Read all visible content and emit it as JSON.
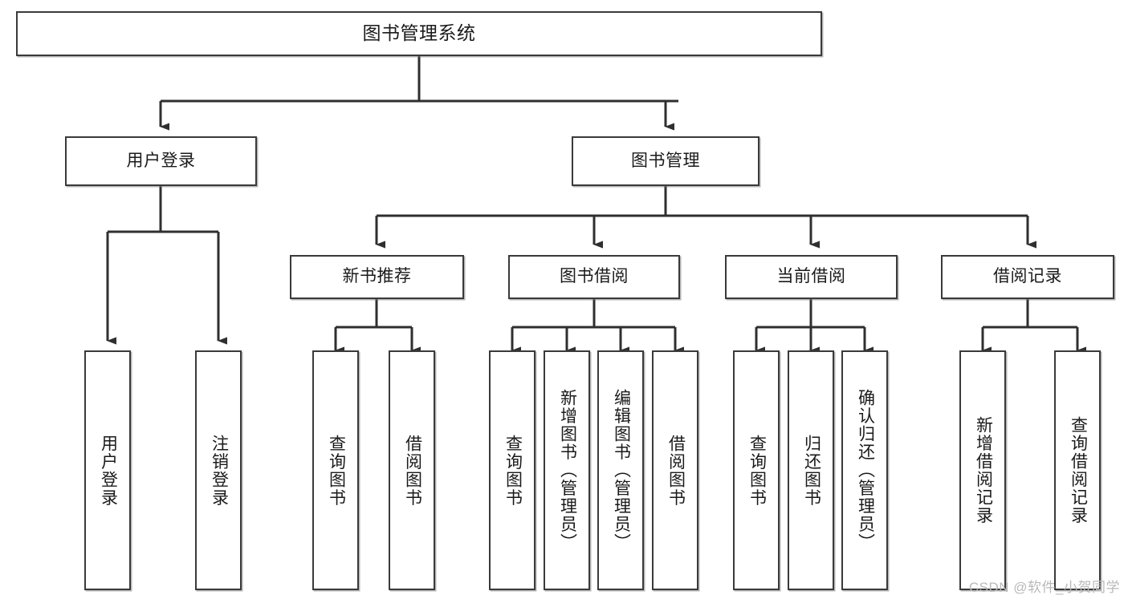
{
  "diagram": {
    "title": "图书管理系统",
    "type": "tree-hierarchy-chart",
    "watermark": "CSDN @软件_小贺同学",
    "root": {
      "label": "图书管理系统"
    },
    "level1": [
      {
        "label": "用户登录"
      },
      {
        "label": "图书管理"
      }
    ],
    "level2": [
      {
        "label": "新书推荐"
      },
      {
        "label": "图书借阅"
      },
      {
        "label": "当前借阅"
      },
      {
        "label": "借阅记录"
      }
    ],
    "leaves": {
      "user_login": [
        {
          "label": "用户登录"
        },
        {
          "label": "注销登录"
        }
      ],
      "new_book_recommend": [
        {
          "label": "查询图书"
        },
        {
          "label": "借阅图书"
        }
      ],
      "book_borrow": [
        {
          "label": "查询图书"
        },
        {
          "label": "新增图书（管理员）"
        },
        {
          "label": "编辑图书（管理员）"
        },
        {
          "label": "借阅图书"
        }
      ],
      "current_borrow": [
        {
          "label": "查询图书"
        },
        {
          "label": "归还图书"
        },
        {
          "label": "确认归还（管理员）"
        }
      ],
      "borrow_record": [
        {
          "label": "新增借阅记录"
        },
        {
          "label": "查询借阅记录"
        }
      ]
    },
    "colors": {
      "stroke": "#3a3a3a",
      "fill": "#ffffff",
      "text": "#1a1a1a",
      "watermark": "#b9b9b9"
    }
  }
}
